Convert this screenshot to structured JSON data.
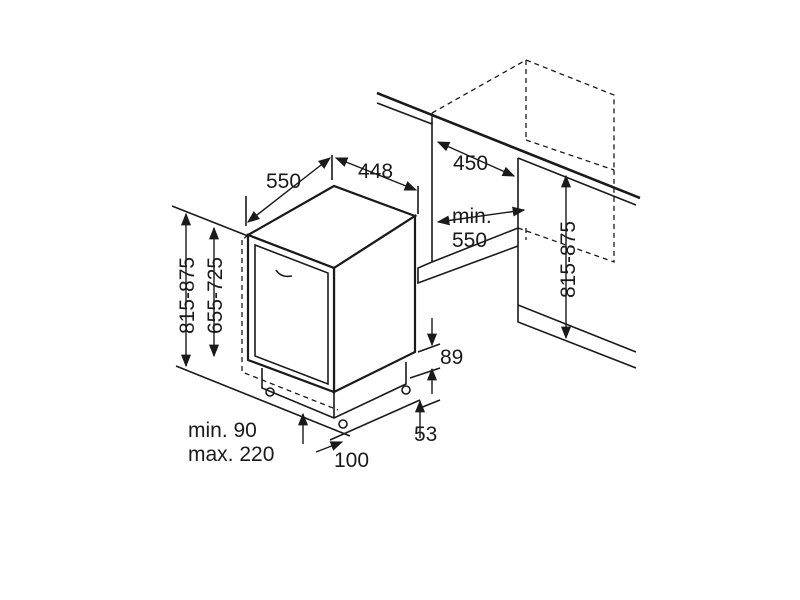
{
  "labels": {
    "depth_550": "550",
    "width_448": "448",
    "niche_width_450": "450",
    "niche_depth_min_line1": "min.",
    "niche_depth_min_line2": "550",
    "niche_height": "815-875",
    "total_height": "815-875",
    "body_height": "655-725",
    "plinth_89": "89",
    "plinth_53": "53",
    "plinth_100": "100",
    "toe_min": "min. 90",
    "toe_max": "max. 220"
  }
}
